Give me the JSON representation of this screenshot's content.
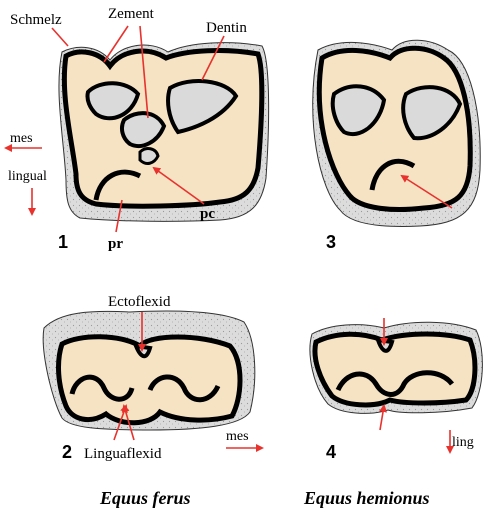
{
  "labels": {
    "schmelz": "Schmelz",
    "zement": "Zement",
    "dentin": "Dentin",
    "mes_top": "mes",
    "lingual_top": "lingual",
    "pc": "pc",
    "pr": "pr",
    "ectoflexid": "Ectoflexid",
    "linguaflexid": "Linguaflexid",
    "mes_bottom": "mes",
    "ling_bottom": "ling"
  },
  "panel_numbers": {
    "p1": "1",
    "p2": "2",
    "p3": "3",
    "p4": "4"
  },
  "captions": {
    "left": "Equus ferus",
    "right": "Equus hemionus"
  },
  "colors": {
    "dentin": "#f6e3c4",
    "cement": "#dadada",
    "enamel": "#000000",
    "arrow": "#e8322e"
  }
}
